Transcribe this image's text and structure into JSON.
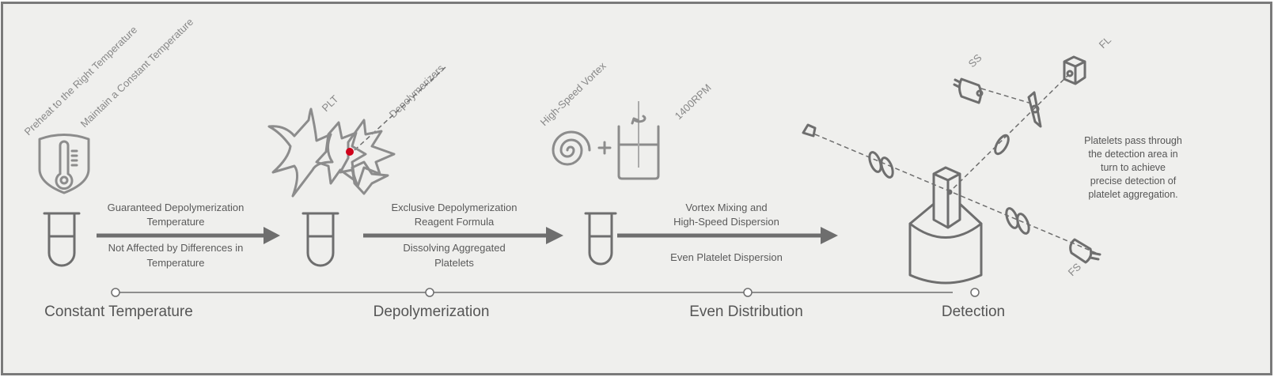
{
  "stages": [
    {
      "label": "Constant Temperature"
    },
    {
      "label": "Depolymerization"
    },
    {
      "label": "Even Distribution"
    },
    {
      "label": "Detection"
    }
  ],
  "constant_temperature": {
    "rotated_labels": [
      "Preheat to the Right Temperature",
      "Maintain a Constant Temperature"
    ],
    "arrow_top": [
      "Guaranteed Depolymerization",
      "Temperature"
    ],
    "arrow_bottom": [
      "Not Affected by Differences in",
      "Temperature"
    ]
  },
  "depolymerization": {
    "plt_label": "PLT",
    "depolymerizers_label": "Depolymerizers",
    "arrow_top": [
      "Exclusive Depolymerization",
      "Reagent Formula"
    ],
    "arrow_bottom": [
      "Dissolving Aggregated",
      "Platelets"
    ]
  },
  "even_distribution": {
    "vortex_label": "High-Speed Vortex",
    "rpm_label": "1400RPM",
    "arrow_top": [
      "Vortex Mixing and",
      "High-Speed Dispersion"
    ],
    "arrow_bottom": [
      "Even Platelet Dispersion"
    ]
  },
  "detection": {
    "ss_label": "SS",
    "fl_label": "FL",
    "fs_label": "FS",
    "note": [
      "Platelets pass through",
      "the detection area in",
      "turn to achieve",
      "precise detection of",
      "platelet aggregation."
    ]
  },
  "colors": {
    "background": "#efefed",
    "line": "#6e6e6e",
    "accent": "#d0021b"
  }
}
